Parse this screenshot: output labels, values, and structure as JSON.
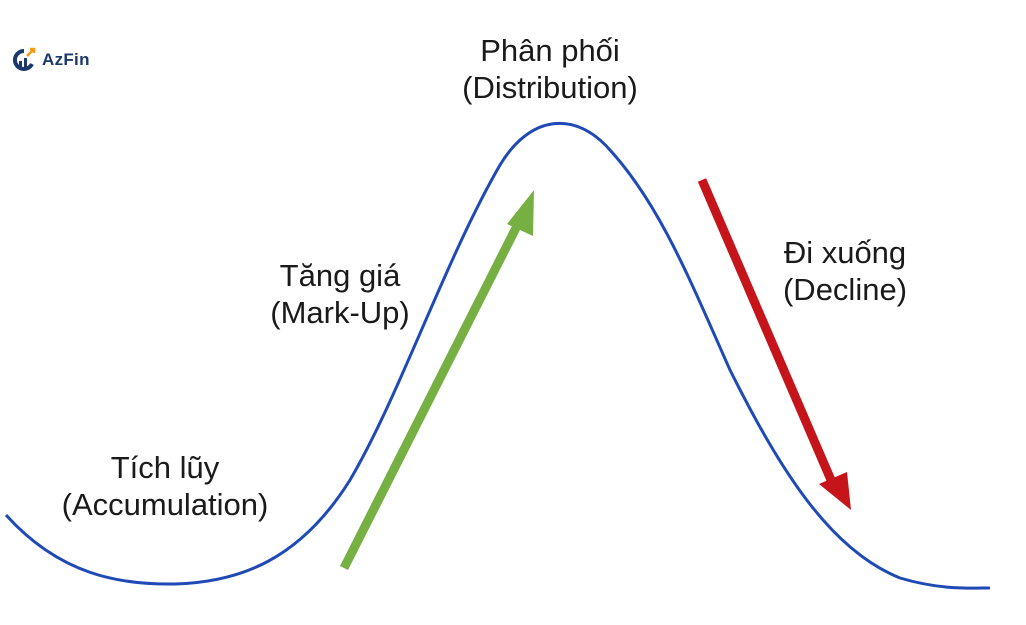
{
  "logo": {
    "text": "AzFin",
    "colors": {
      "primary": "#1b3a6b",
      "accent": "#f39c12"
    }
  },
  "diagram": {
    "curve_color": "#1f4ab5",
    "stages": {
      "distribution": {
        "line1": "Phân phối",
        "line2": "(Distribution)"
      },
      "markup": {
        "line1": "Tăng giá",
        "line2": "(Mark-Up)",
        "arrow_color": "#76b043"
      },
      "decline": {
        "line1": "Đi xuống",
        "line2": "(Decline)",
        "arrow_color": "#c6141b"
      },
      "accumulation": {
        "line1": "Tích lũy",
        "line2": "(Accumulation)"
      }
    }
  }
}
